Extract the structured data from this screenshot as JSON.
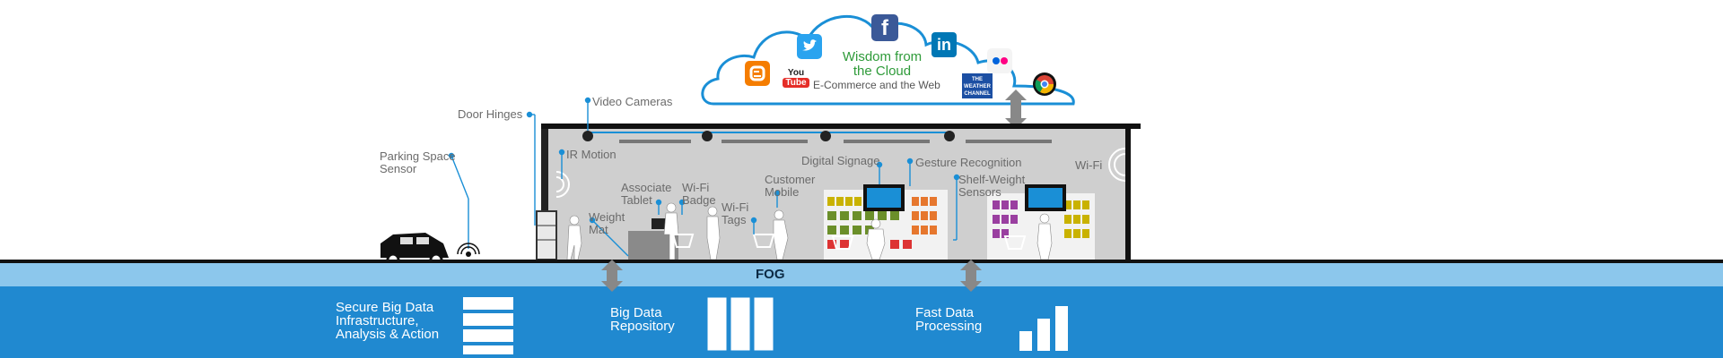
{
  "cloud": {
    "title_line1": "Wisdom from",
    "title_line2": "the Cloud",
    "subtitle": "E-Commerce and the Web",
    "icons": [
      "facebook-icon",
      "twitter-icon",
      "linkedin-icon",
      "blogger-icon",
      "youtube-icon",
      "flickr-icon",
      "weather-channel-icon",
      "chrome-icon"
    ],
    "youtube_text_1": "You",
    "youtube_text_2": "Tube",
    "weather_text_1": "THE",
    "weather_text_2": "WEATHER",
    "weather_text_3": "CHANNEL"
  },
  "labels": {
    "video_cameras": "Video Cameras",
    "door_hinges": "Door Hinges",
    "parking_1": "Parking Space",
    "parking_2": "Sensor",
    "ir_motion": "IR Motion",
    "associate_1": "Associate",
    "associate_2": "Tablet",
    "wifi_badge_1": "Wi-Fi",
    "wifi_badge_2": "Badge",
    "weight_1": "Weight",
    "weight_2": "Mat",
    "wifi_tags_1": "Wi-Fi",
    "wifi_tags_2": "Tags",
    "customer_1": "Customer",
    "customer_2": "Mobile",
    "digital_signage": "Digital Signage",
    "gesture": "Gesture Recognition",
    "shelf_1": "Shelf-Weight",
    "shelf_2": "Sensors",
    "wifi": "Wi-Fi"
  },
  "fog": {
    "label": "FOG"
  },
  "bottom": {
    "secure_1": "Secure Big Data",
    "secure_2": "Infrastructure,",
    "secure_3": "Analysis & Action",
    "repo_1": "Big Data",
    "repo_2": "Repository",
    "fast_1": "Fast Data",
    "fast_2": "Processing"
  },
  "colors": {
    "accent_blue": "#1a8fd6",
    "band_blue": "#2089d0",
    "fog_band": "#8cc7ec",
    "store_gray": "#cfcfcf",
    "cloud_green": "#2f9b3a"
  }
}
